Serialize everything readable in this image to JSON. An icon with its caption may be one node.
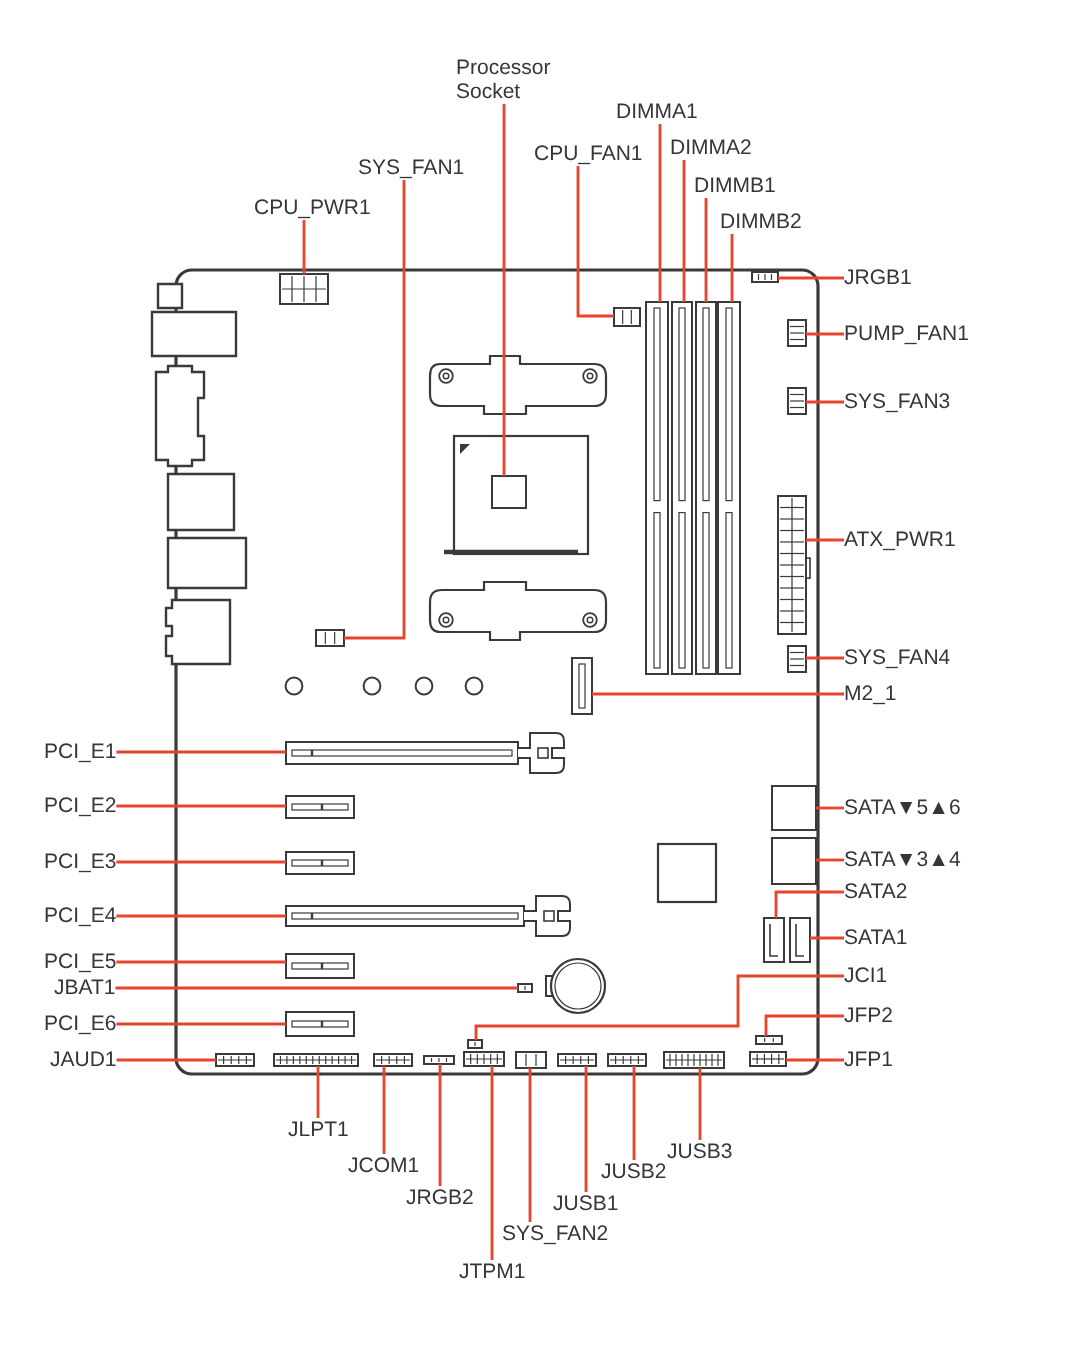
{
  "diagram": {
    "nodes": [
      {
        "text": [
          "CPU_PWR1"
        ]
      },
      {
        "text": [
          "SYS_FAN1"
        ]
      },
      {
        "text": [
          "Processor Socket"
        ]
      },
      {
        "text": [
          "CPU_FAN1"
        ]
      },
      {
        "text": [
          "DIMMA1"
        ]
      },
      {
        "text": [
          "DIMMA2"
        ]
      },
      {
        "text": [
          "DIMMB1"
        ]
      },
      {
        "text": [
          "DIMMB2"
        ]
      },
      {
        "text": [
          "JRGB1"
        ]
      },
      {
        "text": [
          "PUMP_FAN1"
        ]
      },
      {
        "text": [
          "SYS_FAN3"
        ]
      },
      {
        "text": [
          "ATX_PWR1"
        ]
      },
      {
        "text": [
          "SYS_FAN4"
        ]
      },
      {
        "text": [
          "M2_1"
        ]
      },
      {
        "text": [
          "SATA▼5▲6"
        ]
      },
      {
        "text": [
          "SATA▼3▲4"
        ]
      },
      {
        "text": [
          "SATA2"
        ]
      },
      {
        "text": [
          "SATA1"
        ]
      },
      {
        "text": [
          "JCI1"
        ]
      },
      {
        "text": [
          "JFP2"
        ]
      },
      {
        "text": [
          "JFP1"
        ]
      },
      {
        "text": [
          "PCI_E1"
        ]
      },
      {
        "text": [
          "PCI_E2"
        ]
      },
      {
        "text": [
          "PCI_E3"
        ]
      },
      {
        "text": [
          "PCI_E4"
        ]
      },
      {
        "text": [
          "PCI_E5"
        ]
      },
      {
        "text": [
          "JBAT1"
        ]
      },
      {
        "text": [
          "PCI_E6"
        ]
      },
      {
        "text": [
          "JAUD1"
        ]
      },
      {
        "text": [
          "JLPT1"
        ]
      },
      {
        "text": [
          "JCOM1"
        ]
      },
      {
        "text": [
          "JRGB2"
        ]
      },
      {
        "text": [
          "JTPM1"
        ]
      },
      {
        "text": [
          "SYS_FAN2"
        ]
      },
      {
        "text": [
          "JUSB1"
        ]
      },
      {
        "text": [
          "JUSB2"
        ]
      },
      {
        "text": [
          "JUSB3"
        ]
      },
      {
        "text": [],
        "shape": "box"
      },
      {
        "text": [],
        "shape": "box"
      },
      {
        "text": [],
        "shape": "box"
      },
      {
        "text": [],
        "shape": "box"
      },
      {
        "text": [],
        "shape": "bar"
      },
      {
        "text": [],
        "shape": "bar"
      },
      {
        "text": [],
        "shape": "bar"
      },
      {
        "text": [],
        "shape": "bar"
      },
      {
        "text": [],
        "shape": "box"
      },
      {
        "text": [],
        "shape": "box"
      },
      {
        "text": [],
        "shape": "box"
      },
      {
        "text": [],
        "shape": "box"
      },
      {
        "text": [],
        "shape": "box"
      },
      {
        "text": [],
        "shape": "bar"
      },
      {
        "text": [],
        "shape": "box"
      },
      {
        "text": [],
        "shape": "box"
      },
      {
        "text": [],
        "shape": "box"
      },
      {
        "text": [],
        "shape": "box"
      },
      {
        "text": [],
        "shape": "box"
      },
      {
        "text": [],
        "shape": "box"
      },
      {
        "text": [],
        "shape": "box"
      },
      {
        "text": [],
        "shape": "bar"
      },
      {
        "text": [],
        "shape": "bar"
      },
      {
        "text": [],
        "shape": "bar"
      },
      {
        "text": [],
        "shape": "bar"
      },
      {
        "text": [],
        "shape": "bar"
      },
      {
        "text": [],
        "shape": "box"
      },
      {
        "text": [],
        "shape": "bar"
      },
      {
        "text": [],
        "shape": "box"
      },
      {
        "text": [],
        "shape": "box"
      },
      {
        "text": [],
        "shape": "box"
      },
      {
        "text": [],
        "shape": "box"
      },
      {
        "text": [],
        "shape": "box"
      },
      {
        "text": [],
        "shape": "box"
      },
      {
        "text": [],
        "shape": "box"
      },
      {
        "text": [],
        "shape": "box"
      },
      {
        "text": [],
        "shape": "box"
      }
    ],
    "edges": [
      {
        "from": 0,
        "to": 37,
        "arrow": "none"
      },
      {
        "from": 1,
        "to": 38,
        "arrow": "none"
      },
      {
        "from": 2,
        "to": 39,
        "arrow": "none"
      },
      {
        "from": 3,
        "to": 40,
        "arrow": "none"
      },
      {
        "from": 4,
        "to": 41,
        "arrow": "none"
      },
      {
        "from": 5,
        "to": 42,
        "arrow": "none"
      },
      {
        "from": 6,
        "to": 43,
        "arrow": "none"
      },
      {
        "from": 7,
        "to": 44,
        "arrow": "none"
      },
      {
        "from": 8,
        "to": 45,
        "arrow": "none"
      },
      {
        "from": 9,
        "to": 46,
        "arrow": "none"
      },
      {
        "from": 10,
        "to": 47,
        "arrow": "none"
      },
      {
        "from": 11,
        "to": 48,
        "arrow": "none"
      },
      {
        "from": 12,
        "to": 49,
        "arrow": "none"
      },
      {
        "from": 13,
        "to": 50,
        "arrow": "none"
      },
      {
        "from": 14,
        "to": 51,
        "arrow": "none"
      },
      {
        "from": 15,
        "to": 52,
        "arrow": "none"
      },
      {
        "from": 16,
        "to": 53,
        "arrow": "none"
      },
      {
        "from": 17,
        "to": 54,
        "arrow": "none"
      },
      {
        "from": 18,
        "to": 55,
        "arrow": "none"
      },
      {
        "from": 19,
        "to": 56,
        "arrow": "none"
      },
      {
        "from": 20,
        "to": 57,
        "arrow": "none"
      },
      {
        "from": 21,
        "to": 58,
        "arrow": "none"
      },
      {
        "from": 22,
        "to": 59,
        "arrow": "none"
      },
      {
        "from": 23,
        "to": 60,
        "arrow": "none"
      },
      {
        "from": 24,
        "to": 61,
        "arrow": "none"
      },
      {
        "from": 25,
        "to": 62,
        "arrow": "none"
      },
      {
        "from": 26,
        "to": 63,
        "arrow": "none"
      },
      {
        "from": 27,
        "to": 64,
        "arrow": "none"
      },
      {
        "from": 28,
        "to": 65,
        "arrow": "none"
      },
      {
        "from": 29,
        "to": 66,
        "arrow": "none"
      },
      {
        "from": 30,
        "to": 67,
        "arrow": "none"
      },
      {
        "from": 31,
        "to": 68,
        "arrow": "none"
      },
      {
        "from": 32,
        "to": 69,
        "arrow": "none"
      },
      {
        "from": 33,
        "to": 70,
        "arrow": "none"
      },
      {
        "from": 34,
        "to": 71,
        "arrow": "none"
      },
      {
        "from": 35,
        "to": 72,
        "arrow": "none"
      },
      {
        "from": 36,
        "to": 73,
        "arrow": "none"
      }
    ]
  }
}
